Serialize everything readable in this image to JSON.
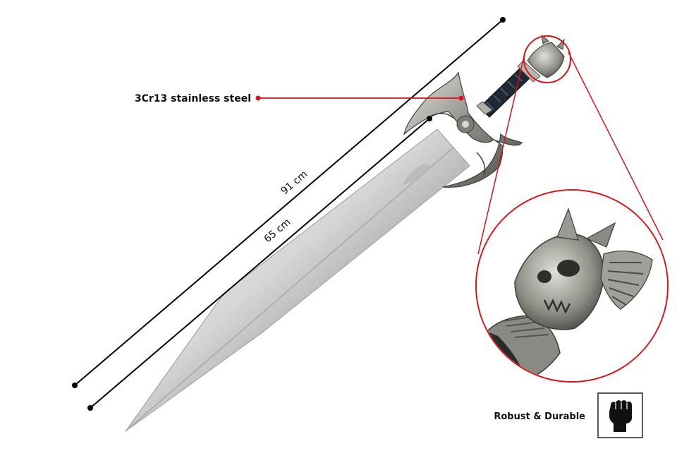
{
  "annotations": {
    "material": "3Cr13 stainless steel",
    "total_length": "91 cm",
    "blade_length": "65 cm"
  },
  "feature": {
    "label": "Robust & Durable",
    "icon": "raised-fist-icon"
  },
  "colors": {
    "callout": "#d6131b",
    "line": "#000000",
    "steel": "#cfcfcf",
    "grip": "#1f2833"
  }
}
